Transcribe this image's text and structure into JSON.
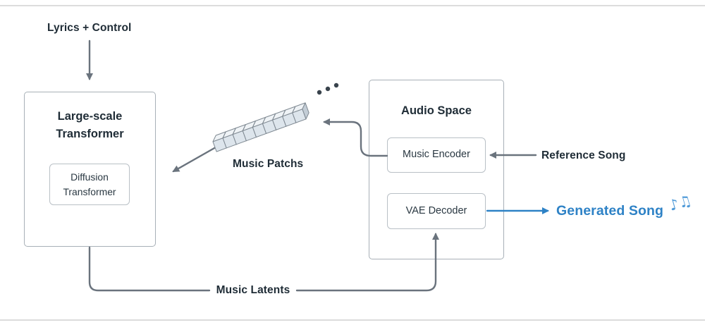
{
  "diagram": {
    "labels": {
      "lyrics_control": "Lyrics + Control",
      "music_patches": "Music Patchs",
      "reference_song": "Reference Song",
      "generated_song": "Generated Song",
      "music_latents": "Music Latents"
    },
    "transformer_box": {
      "title": "Large-scale Transformer",
      "inner_box": "Diffusion Transformer"
    },
    "audio_space_box": {
      "title": "Audio Space",
      "encoder": "Music Encoder",
      "decoder": "VAE Decoder"
    },
    "icons": {
      "music_notes": "♪♫",
      "ellipsis": "..."
    },
    "colors": {
      "accent_blue": "#2e82c6",
      "arrow_gray": "#6a737d",
      "box_border": "#a8b0b7",
      "text_dark": "#1f2c36",
      "cube_front": "#dde5ec",
      "cube_top": "#eff3f6",
      "cube_side": "#c3cdd6"
    }
  }
}
